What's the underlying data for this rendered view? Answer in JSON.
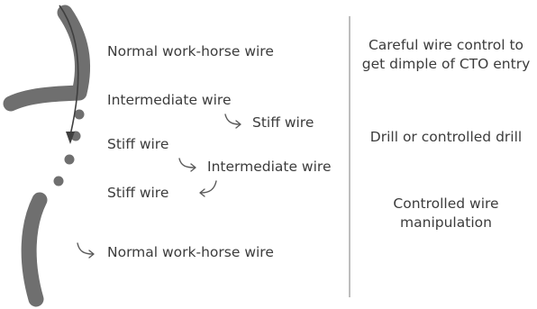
{
  "colors": {
    "vessel": "#6f6f6f",
    "wire": "#3f3f3f",
    "text": "#3c3c3c",
    "divider": "#9a9a9a"
  },
  "left_labels": [
    "Normal work-horse wire",
    "Intermediate wire",
    "Stiff wire",
    "Stiff wire",
    "Intermediate wire",
    "Stiff wire",
    "Normal work-horse wire"
  ],
  "right_notes": {
    "top": [
      "Careful wire control to",
      "get dimple of CTO entry"
    ],
    "middle": [
      "Drill or controlled drill"
    ],
    "bottom": [
      "Controlled wire",
      "manipulation"
    ]
  }
}
